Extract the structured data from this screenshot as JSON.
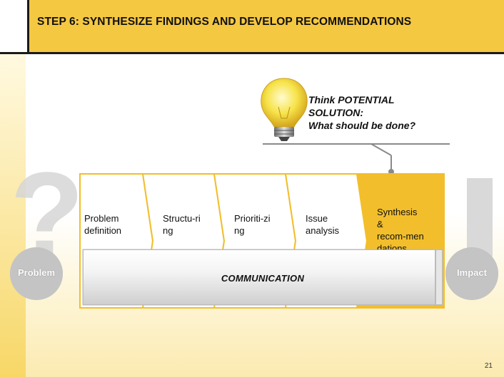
{
  "slide": {
    "title": "STEP 6:  SYNTHESIZE FINDINGS AND DEVELOP RECOMMENDATIONS",
    "page_number": "21"
  },
  "callout": {
    "line1": "Think POTENTIAL",
    "line2": "SOLUTION:",
    "line3": "What should be done?",
    "icon": "lightbulb-icon"
  },
  "process": {
    "steps": [
      {
        "line1": "Problem",
        "line2": "definition"
      },
      {
        "line1": "Structu-ri",
        "line2": "ng"
      },
      {
        "line1": "Prioriti-zi",
        "line2": "ng"
      },
      {
        "line1": "Issue",
        "line2": "analysis"
      },
      {
        "line1": "Synthesis",
        "line2": "&",
        "line3": "recom-men",
        "line4": "dations"
      }
    ],
    "communication_label": "COMMUNICATION"
  },
  "problem_circle": {
    "label": "Problem",
    "symbol_icon": "question-mark-icon"
  },
  "impact_circle": {
    "label": "Impact",
    "symbol_icon": "exclamation-mark-icon"
  },
  "colors": {
    "accent": "#f5c842",
    "highlight_step": "#f2be2b",
    "circle": "#c4c4c4",
    "dark": "#1a1a1a"
  }
}
